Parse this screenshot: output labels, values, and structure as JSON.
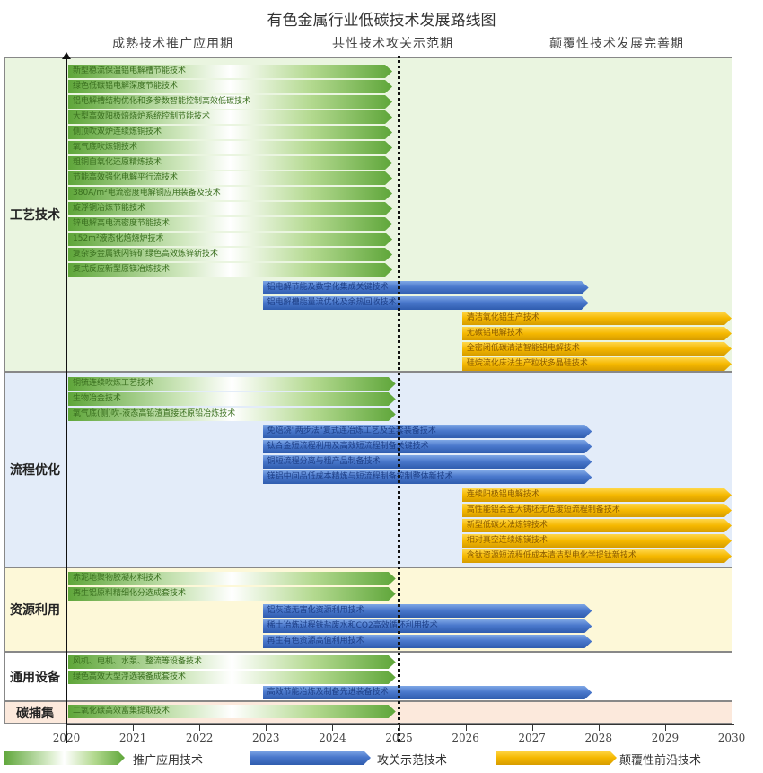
{
  "chart_data": {
    "type": "gantt",
    "title": "有色金属行业低碳技术发展路线图",
    "phases": [
      "成熟技术推广应用期",
      "共性技术攻关示范期",
      "颠覆性技术发展完善期"
    ],
    "x_axis": {
      "ticks": [
        2020,
        2021,
        2022,
        2023,
        2024,
        2025,
        2026,
        2027,
        2028,
        2029,
        2030
      ],
      "range": [
        2020,
        2030
      ]
    },
    "milestone_line": 2025,
    "legend": [
      {
        "name": "推广应用技术",
        "color": "#5fa63a"
      },
      {
        "name": "攻关示范技术",
        "color": "#4a78cc"
      },
      {
        "name": "颠覆性前沿技术",
        "color": "#f5b800"
      }
    ],
    "sections": [
      {
        "name": "工艺技术",
        "bg": "#eaf5e0",
        "items": [
          {
            "label": "新型稳流保温铝电解槽节能技术",
            "type": "green",
            "start": 2020,
            "end": 2024.9
          },
          {
            "label": "绿色低碳铝电解深度节能技术",
            "type": "green",
            "start": 2020,
            "end": 2024.9
          },
          {
            "label": "铝电解槽结构优化和多参数智能控制高效低碳技术",
            "type": "green",
            "start": 2020,
            "end": 2024.9
          },
          {
            "label": "大型高效阳极焙烧炉系统控制节能技术",
            "type": "green",
            "start": 2020,
            "end": 2024.9
          },
          {
            "label": "侧顶吹双炉连续炼铜技术",
            "type": "green",
            "start": 2020,
            "end": 2024.9
          },
          {
            "label": "氧气底吹炼铜技术",
            "type": "green",
            "start": 2020,
            "end": 2024.9
          },
          {
            "label": "粗铜自氧化还原精炼技术",
            "type": "green",
            "start": 2020,
            "end": 2024.9
          },
          {
            "label": "节能高效强化电解平行流技术",
            "type": "green",
            "start": 2020,
            "end": 2024.9
          },
          {
            "label": "380A/m²电流密度电解铜应用装备及技术",
            "type": "green",
            "start": 2020,
            "end": 2024.9
          },
          {
            "label": "旋浮铜冶炼节能技术",
            "type": "green",
            "start": 2020,
            "end": 2024.9
          },
          {
            "label": "锌电解高电流密度节能技术",
            "type": "green",
            "start": 2020,
            "end": 2024.9
          },
          {
            "label": "152m²液态化焙烧炉技术",
            "type": "green",
            "start": 2020,
            "end": 2024.9
          },
          {
            "label": "复杂多金属铁闪锌矿绿色高效炼锌新技术",
            "type": "green",
            "start": 2020,
            "end": 2024.9
          },
          {
            "label": "复式反应新型原镁冶炼技术",
            "type": "green",
            "start": 2020,
            "end": 2024.9
          },
          {
            "label": "铝电解节能及数字化集成关键技术",
            "type": "blue",
            "start": 2022.95,
            "end": 2027.85
          },
          {
            "label": "铝电解槽能量流优化及余热回收技术",
            "type": "blue",
            "start": 2022.95,
            "end": 2027.85
          },
          {
            "label": "清洁氧化铝生产技术",
            "type": "yellow",
            "start": 2025.95,
            "end": 2030
          },
          {
            "label": "无碳铝电解技术",
            "type": "yellow",
            "start": 2025.95,
            "end": 2030
          },
          {
            "label": "全密闭低碳清洁智能铝电解技术",
            "type": "yellow",
            "start": 2025.95,
            "end": 2030
          },
          {
            "label": "硅烷流化床法生产粒状多晶硅技术",
            "type": "yellow",
            "start": 2025.95,
            "end": 2030
          }
        ]
      },
      {
        "name": "流程优化",
        "bg": "#e3ecf9",
        "items": [
          {
            "label": "铜锍连续吹炼工艺技术",
            "type": "green",
            "start": 2020,
            "end": 2024.95
          },
          {
            "label": "生物冶金技术",
            "type": "green",
            "start": 2020,
            "end": 2024.95
          },
          {
            "label": "氧气底(侧)吹-液态高铅渣直接还原铅冶炼技术",
            "type": "green",
            "start": 2020,
            "end": 2024.95
          },
          {
            "label": "免焙烧\"两步法\"复式连冶炼工艺及全套装备技术",
            "type": "blue",
            "start": 2022.95,
            "end": 2027.9
          },
          {
            "label": "钛合金短流程利用及高效短流程制备关键技术",
            "type": "blue",
            "start": 2022.95,
            "end": 2027.9
          },
          {
            "label": "铜短流程分离与粗产品制备技术",
            "type": "blue",
            "start": 2022.95,
            "end": 2027.9
          },
          {
            "label": "镁铝中间品低成本精炼与短流程制备控制整体新技术",
            "type": "blue",
            "start": 2022.95,
            "end": 2027.9
          },
          {
            "label": "连续阳极铝电解技术",
            "type": "yellow",
            "start": 2025.95,
            "end": 2030
          },
          {
            "label": "高性能铝合金大铸坯无危废短流程制备技术",
            "type": "yellow",
            "start": 2025.95,
            "end": 2030
          },
          {
            "label": "新型低碳火法炼锌技术",
            "type": "yellow",
            "start": 2025.95,
            "end": 2030
          },
          {
            "label": "相对真空连续炼镁技术",
            "type": "yellow",
            "start": 2025.95,
            "end": 2030
          },
          {
            "label": "含钛资源短流程低成本清洁型电化学提钛新技术",
            "type": "yellow",
            "start": 2025.95,
            "end": 2030
          }
        ]
      },
      {
        "name": "资源利用",
        "bg": "#fdf8d8",
        "items": [
          {
            "label": "赤泥地聚物胶凝材料技术",
            "type": "green",
            "start": 2020,
            "end": 2024.95
          },
          {
            "label": "再生铝原料精细化分选成套技术",
            "type": "green",
            "start": 2020,
            "end": 2024.95
          },
          {
            "label": "铝灰渣无害化资源利用技术",
            "type": "blue",
            "start": 2022.95,
            "end": 2027.9
          },
          {
            "label": "稀土冶炼过程铁盐废水和CO2高效循环利用技术",
            "type": "blue",
            "start": 2022.95,
            "end": 2027.9
          },
          {
            "label": "再生有色资源高值利用技术",
            "type": "blue",
            "start": 2022.95,
            "end": 2027.9
          }
        ]
      },
      {
        "name": "通用设备",
        "bg": "#ffffff",
        "items": [
          {
            "label": "风机、电机、水泵、整流等设备技术",
            "type": "green",
            "start": 2020,
            "end": 2024.95
          },
          {
            "label": "绿色高效大型浮选装备成套技术",
            "type": "green",
            "start": 2020,
            "end": 2024.95
          },
          {
            "label": "高效节能冶炼及制备先进装备技术",
            "type": "blue",
            "start": 2022.95,
            "end": 2027.9
          }
        ]
      },
      {
        "name": "碳捕集",
        "bg": "#fce9dc",
        "items": [
          {
            "label": "二氧化碳高效富集提取技术",
            "type": "green",
            "start": 2020,
            "end": 2024.95
          }
        ]
      }
    ]
  },
  "colors": {
    "green": "#5fa63a",
    "blue": "#4a78cc",
    "yellow": "#f5b800"
  }
}
